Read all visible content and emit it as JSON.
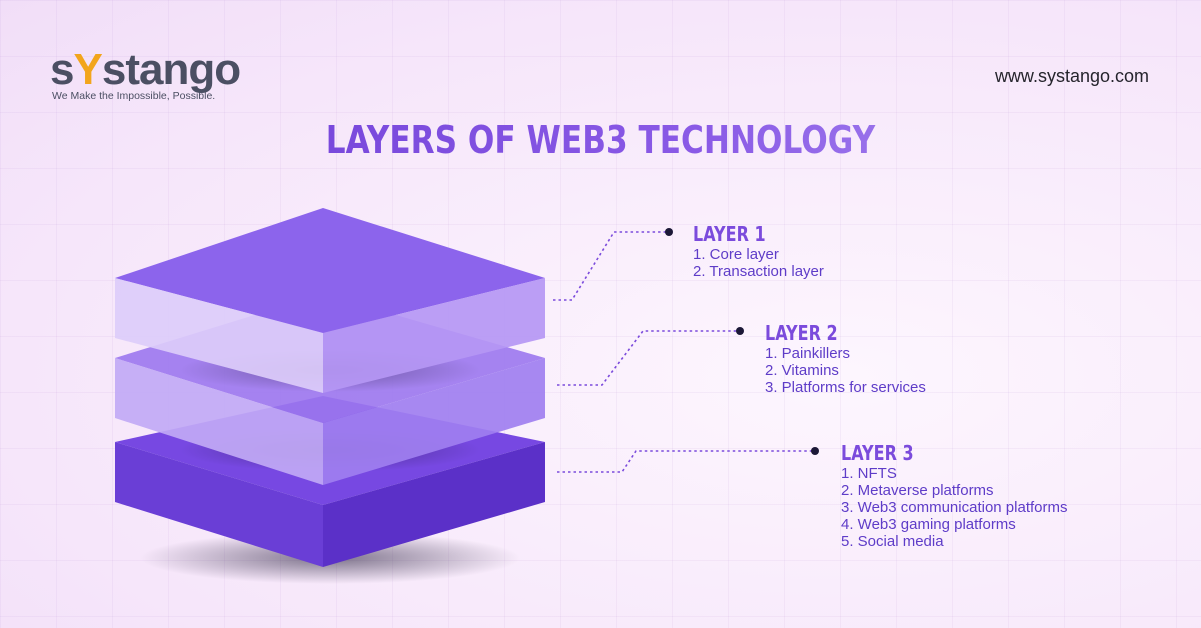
{
  "brand": {
    "name_prefix": "s",
    "name_accent": "Y",
    "name_suffix": "stango",
    "tagline": "We Make the Impossible, Possible.",
    "website": "www.systango.com"
  },
  "title": "LAYERS OF WEB3 TECHNOLOGY",
  "layers": [
    {
      "heading": "LAYER 1",
      "items": [
        "1. Core layer",
        "2. Transaction layer"
      ]
    },
    {
      "heading": "LAYER 2",
      "items": [
        "1. Painkillers",
        "2. Vitamins",
        "3. Platforms for services"
      ]
    },
    {
      "heading": "LAYER 3",
      "items": [
        "1. NFTS",
        "2. Metaverse platforms",
        "3. Web3 communication platforms",
        "4. Web3 gaming platforms",
        "5. Social media"
      ]
    }
  ],
  "colors": {
    "accent": "#7b4bdc",
    "text_dark": "#25242c",
    "logo_gray": "#4b4f63",
    "logo_orange": "#f2a51c"
  }
}
